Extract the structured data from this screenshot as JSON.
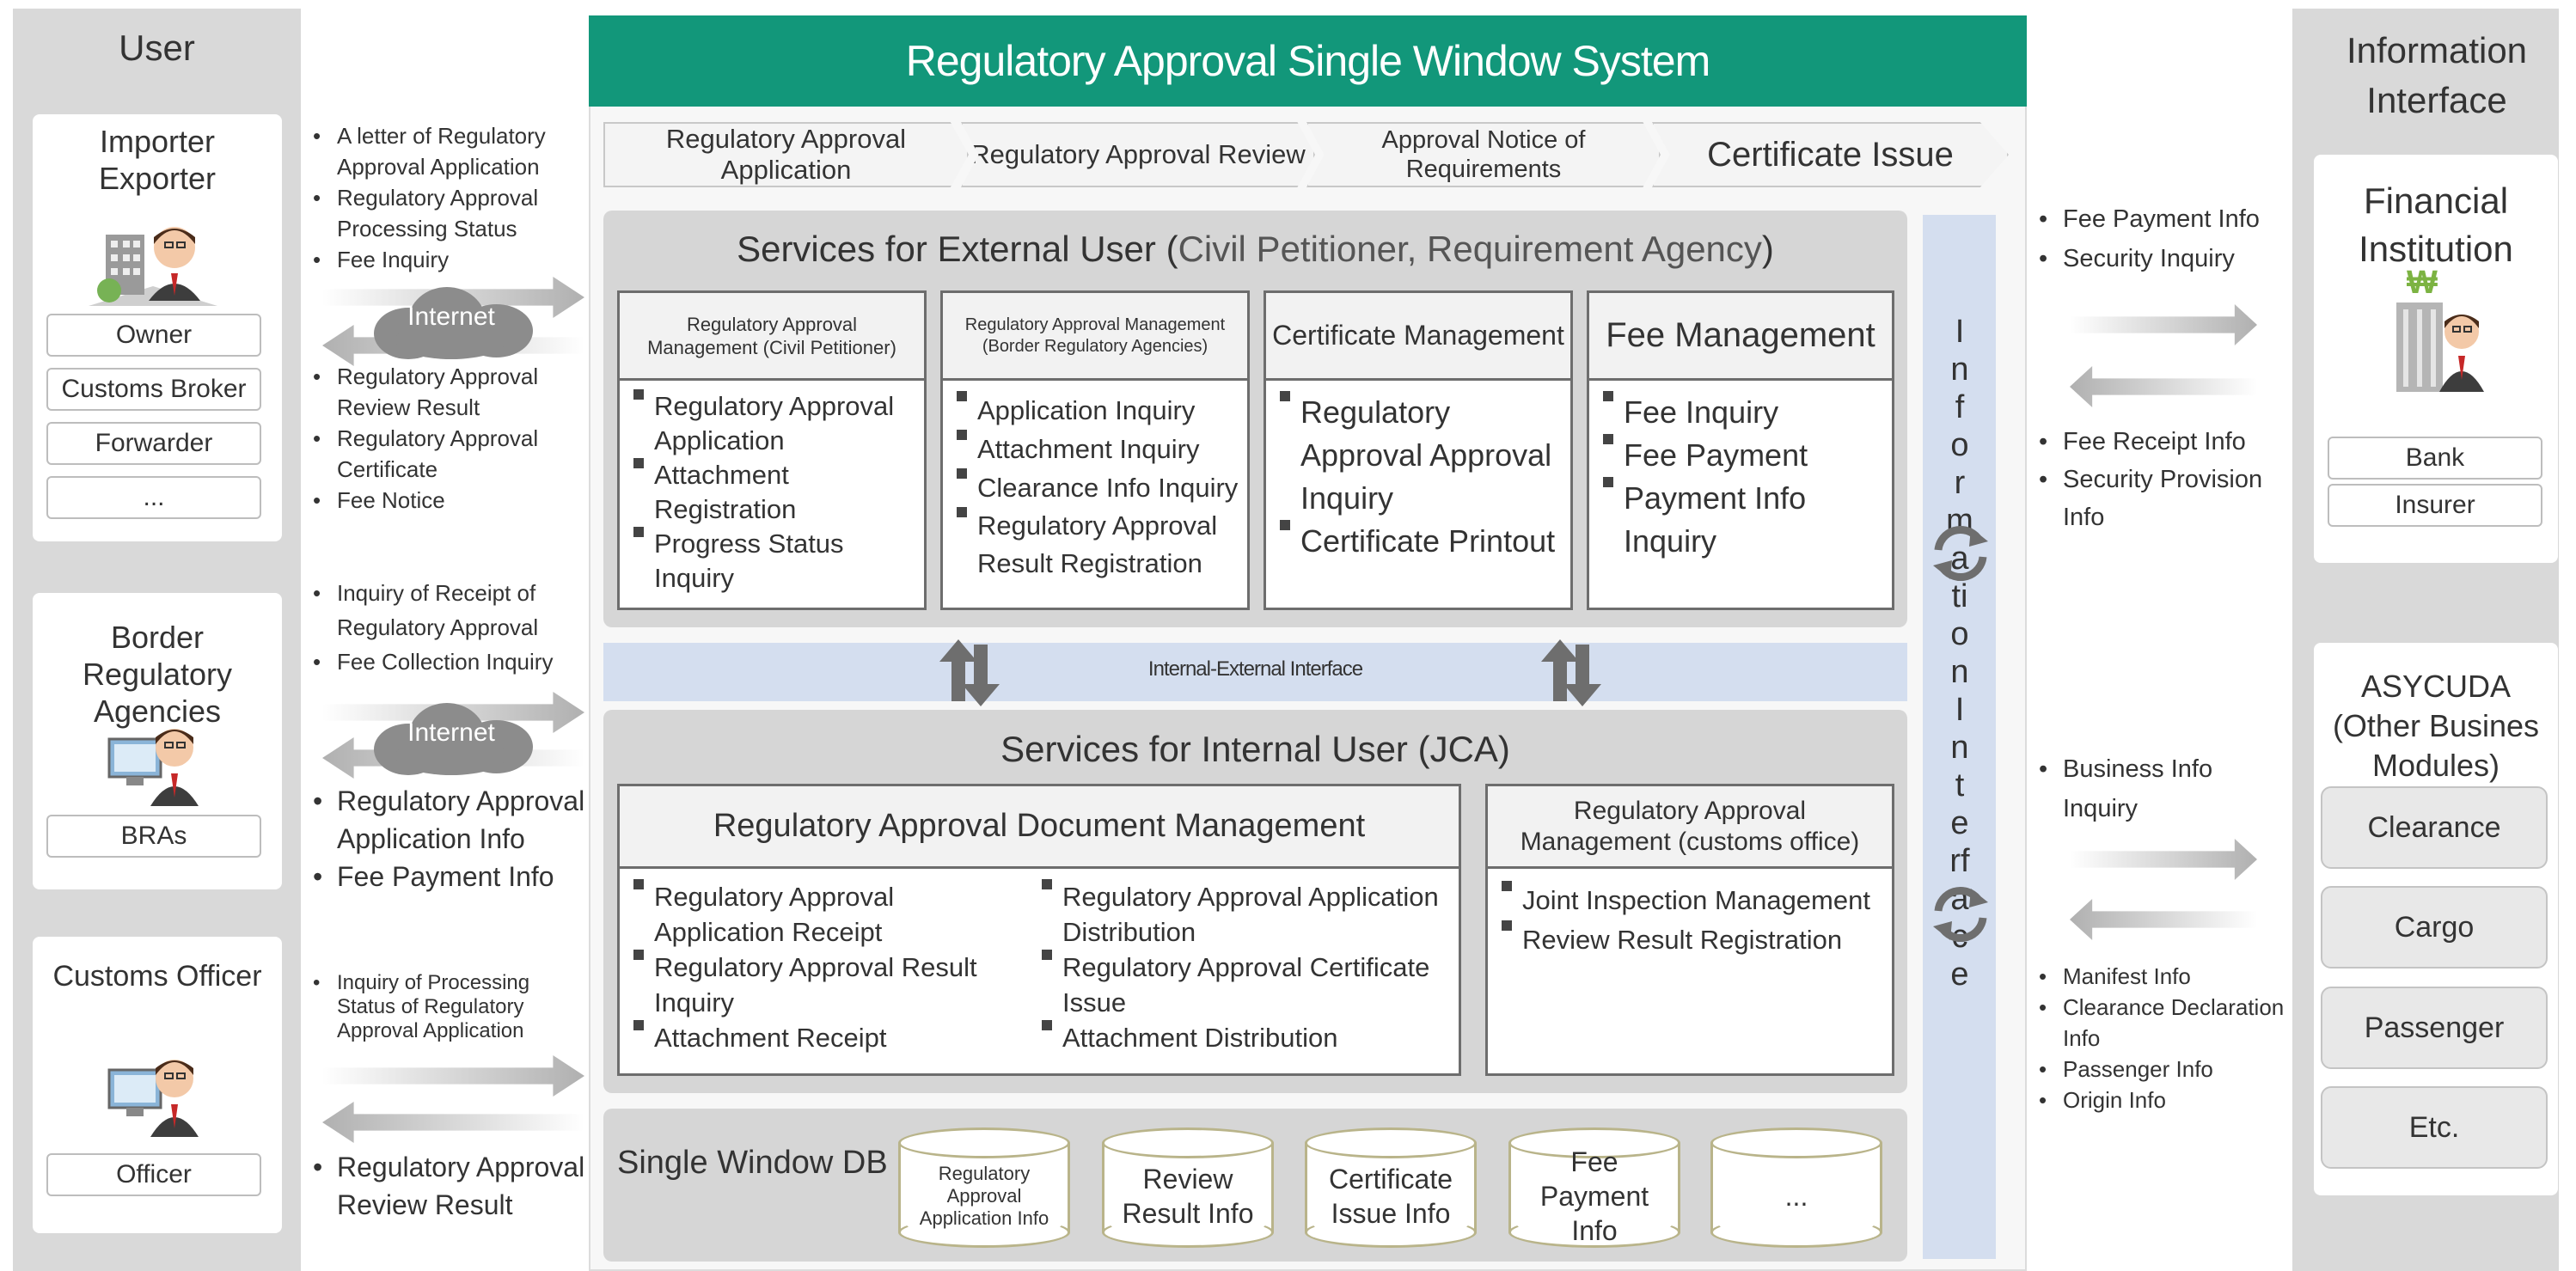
{
  "user_column": {
    "title": "User",
    "importer_card": {
      "title": "Importer Exporter",
      "roles": [
        "Owner",
        "Customs Broker",
        "Forwarder",
        "..."
      ]
    },
    "border_card": {
      "title": "Border Regulatory Agencies",
      "roles": [
        "BRAs"
      ]
    },
    "officer_card": {
      "title": "Customs Officer",
      "roles": [
        "Officer"
      ]
    }
  },
  "left_flows": {
    "importer_out": [
      "A letter of Regulatory Approval Application",
      "Regulatory Approval Processing Status",
      "Fee Inquiry"
    ],
    "importer_in": [
      "Regulatory Approval Review Result",
      "Regulatory Approval Certificate",
      "Fee Notice"
    ],
    "border_out": [
      "Inquiry of Receipt of Regulatory Approval",
      "Fee Collection Inquiry"
    ],
    "border_in": [
      "Regulatory Approval Application Info",
      "Fee Payment Info"
    ],
    "officer_out": [
      "Inquiry of Processing Status of Regulatory Approval Application"
    ],
    "officer_in": [
      "Regulatory Approval Review Result"
    ],
    "cloud_label": "Internet"
  },
  "system": {
    "title": "Regulatory Approval Single Window System",
    "steps": [
      "Regulatory Approval Application",
      "Regulatory Approval Review",
      "Approval Notice of Requirements",
      "Certificate Issue"
    ],
    "external": {
      "title_prefix": "Services for External User (",
      "title_highlight": "Civil Petitioner, Requirement Agency",
      "title_suffix": ")",
      "boxes": [
        {
          "title": "Regulatory Approval Management (Civil Petitioner)",
          "items": [
            "Regulatory Approval Application",
            "Attachment Registration",
            "Progress Status Inquiry"
          ]
        },
        {
          "title": "Regulatory Approval Management (Border Regulatory Agencies)",
          "items": [
            "Application Inquiry",
            "Attachment Inquiry",
            "Clearance Info Inquiry",
            "Regulatory Approval Result Registration"
          ]
        },
        {
          "title": "Certificate Management",
          "items": [
            "Regulatory Approval Approval Inquiry",
            "Certificate Printout"
          ]
        },
        {
          "title": "Fee Management",
          "items": [
            "Fee Inquiry",
            "Fee Payment",
            "Payment Info Inquiry"
          ]
        }
      ]
    },
    "interface_bar": "Internal-External Interface",
    "internal": {
      "title": "Services for Internal User (JCA)",
      "doc_box": {
        "title": "Regulatory Approval Document Management",
        "left_items": [
          "Regulatory Approval Application Receipt",
          "Regulatory Approval Result Inquiry",
          "Attachment Receipt"
        ],
        "right_items": [
          "Regulatory Approval Application Distribution",
          "Regulatory Approval Certificate Issue",
          "Attachment Distribution"
        ]
      },
      "customs_box": {
        "title": "Regulatory Approval Management (customs office)",
        "items": [
          "Joint Inspection Management",
          "Review Result Registration"
        ]
      }
    },
    "db": {
      "title": "Single Window DB",
      "items": [
        "Regulatory Approval Application Info",
        "Review Result Info",
        "Certificate Issue Info",
        "Fee Payment Info",
        "..."
      ]
    },
    "info_interface_letters": [
      "I",
      "n",
      "f",
      "o",
      "r",
      "m",
      "a",
      "ti",
      "o",
      "n",
      "I",
      "n",
      "t",
      "e",
      "rf",
      "a",
      "c",
      "e"
    ]
  },
  "right_flows": {
    "fin_out": [
      "Fee Payment Info",
      "Security Inquiry"
    ],
    "fin_in": [
      "Fee Receipt Info",
      "Security Provision Info"
    ],
    "asy_out": [
      "Business Info Inquiry"
    ],
    "asy_in": [
      "Manifest Info",
      "Clearance Declaration Info",
      "Passenger Info",
      "Origin Info"
    ]
  },
  "info_column": {
    "title": "Information Interface",
    "financial": {
      "title": "Financial Institution",
      "roles": [
        "Bank",
        "Insurer"
      ],
      "currency_symbol": "₩"
    },
    "asycuda": {
      "title": "ASYCUDA (Other Busines Modules)",
      "modules": [
        "Clearance",
        "Cargo",
        "Passenger",
        "Etc."
      ]
    }
  },
  "colors": {
    "header_green": "#12977a",
    "panel_gray": "#d6d6d6",
    "interface_blue": "#d4deef",
    "highlight_text": "#555555"
  }
}
